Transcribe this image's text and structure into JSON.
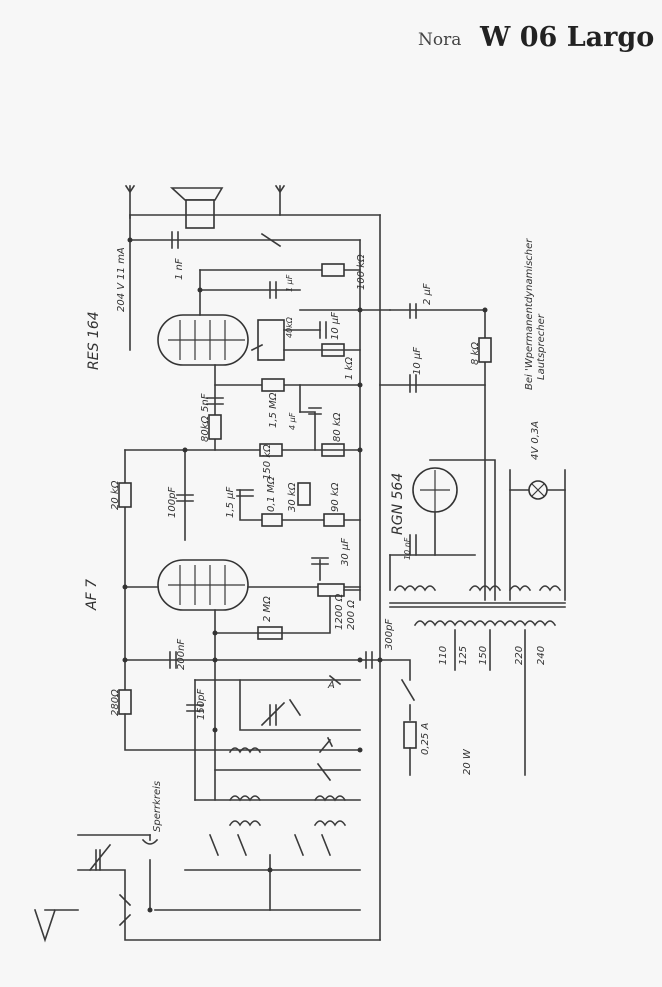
{
  "title": {
    "brand": "Nora",
    "model": "W 06 Largo"
  },
  "tubes": {
    "v1": "RES 164",
    "v2": "AF 7",
    "v3": "RGN 564"
  },
  "labels": {
    "plate_current": "204 V 11 mA",
    "speaker": "Bei 'Wpermanentdynamischer",
    "speaker2": "Lautsprecher",
    "lamp": "4V 0,3A",
    "power": "20 W",
    "filter": "Sperrkreis",
    "fuse": "0,25 A",
    "c_1nf": "1 nF",
    "c_1uf": "1 µF",
    "r_100k": "100 kΩ",
    "c_2uf": "2 µF",
    "p_40k": "40kΩ",
    "c_10uf_a": "10 µF",
    "r_1k": "1 kΩ",
    "r_8k": "8 kΩ",
    "c_10uf_b": "10 µF",
    "c_5nf": "5nF",
    "r_80k_a": "80kΩ",
    "r_15m": "1,5 MΩ",
    "c_4uf": "4 µF",
    "r_80k_b": "80 kΩ",
    "r_150k": "150 kΩ",
    "r_20k": "20 kΩ",
    "c_100pf": "100pF",
    "c_15uf": "1,5 µF",
    "r_01m": "0,1 MΩ",
    "r_30k": "30 kΩ",
    "r_90k": "90 kΩ",
    "c_10nf": "10 nF",
    "c_30uf": "30 µF",
    "r_1200": "1200 Ω",
    "r_200": "200 Ω",
    "r_2m": "2 MΩ",
    "c_200nf": "200nF",
    "c_300pf": "300pF",
    "r_280": "280Ω",
    "c_150pf": "150pF",
    "tap_110": "110",
    "tap_125": "125",
    "tap_150": "150",
    "tap_220": "220",
    "tap_240": "240",
    "ant_a": "A"
  }
}
